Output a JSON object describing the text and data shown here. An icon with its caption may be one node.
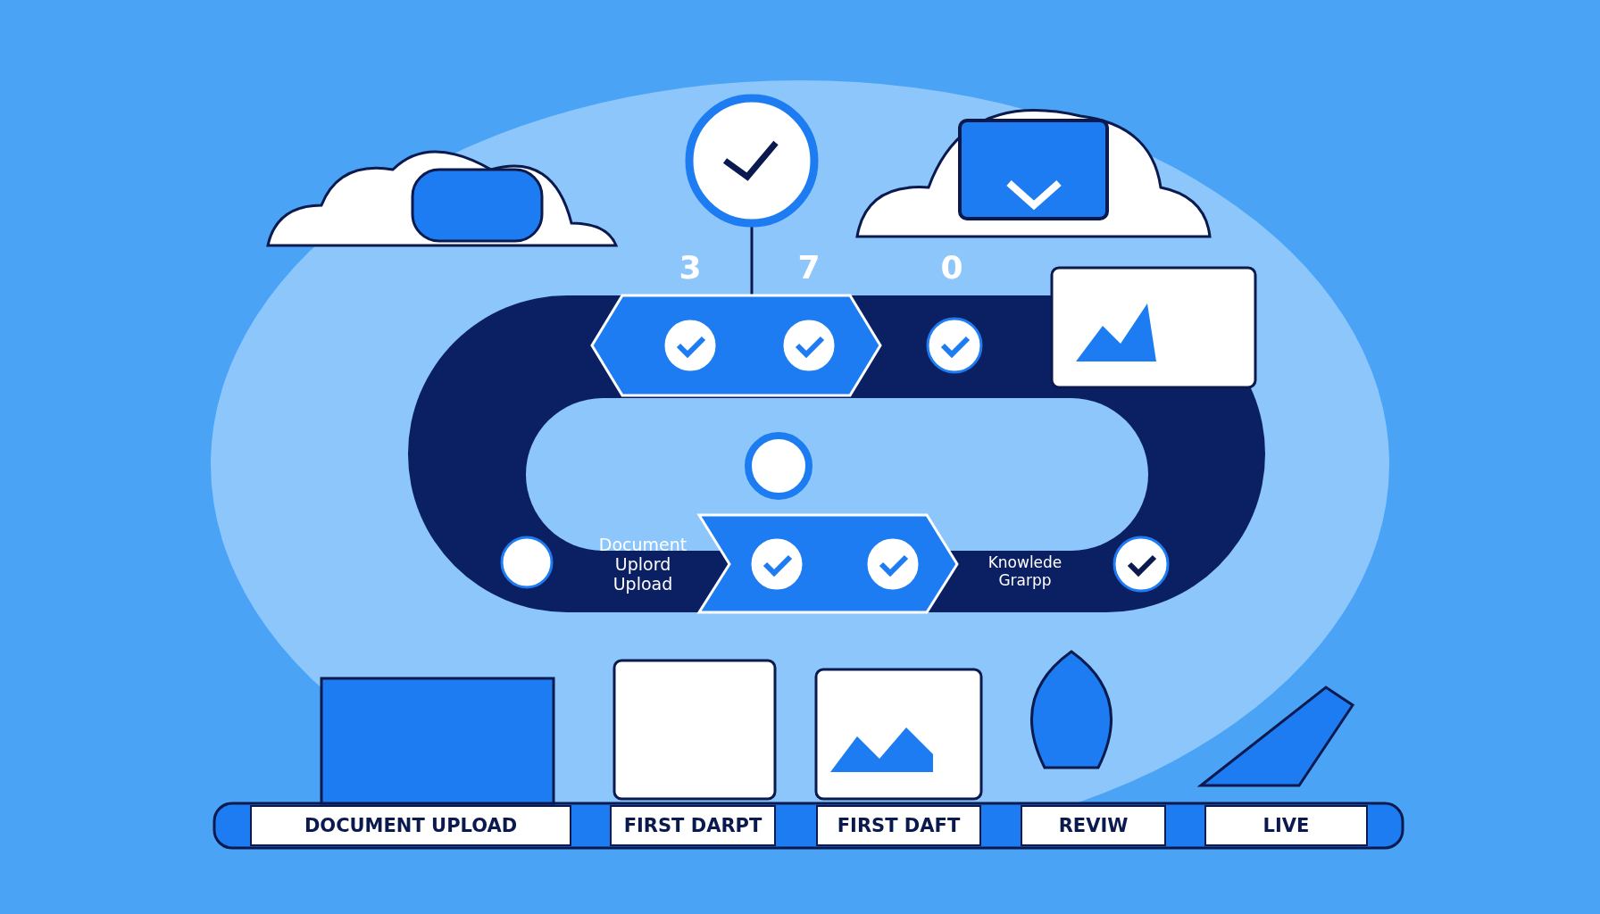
{
  "diagram": {
    "nodes": [
      {
        "text": [
          "DOCUMENT UPLOAD"
        ]
      },
      {
        "text": [
          "FIRST DARPT"
        ]
      },
      {
        "text": [
          "FIRST DAFT"
        ]
      },
      {
        "text": [
          "REVIW"
        ]
      },
      {
        "text": [
          "LIVE"
        ]
      }
    ],
    "labels": [
      "3",
      "7",
      "0",
      "Document Uplord Upload",
      "Knowlede Grarpp"
    ]
  }
}
